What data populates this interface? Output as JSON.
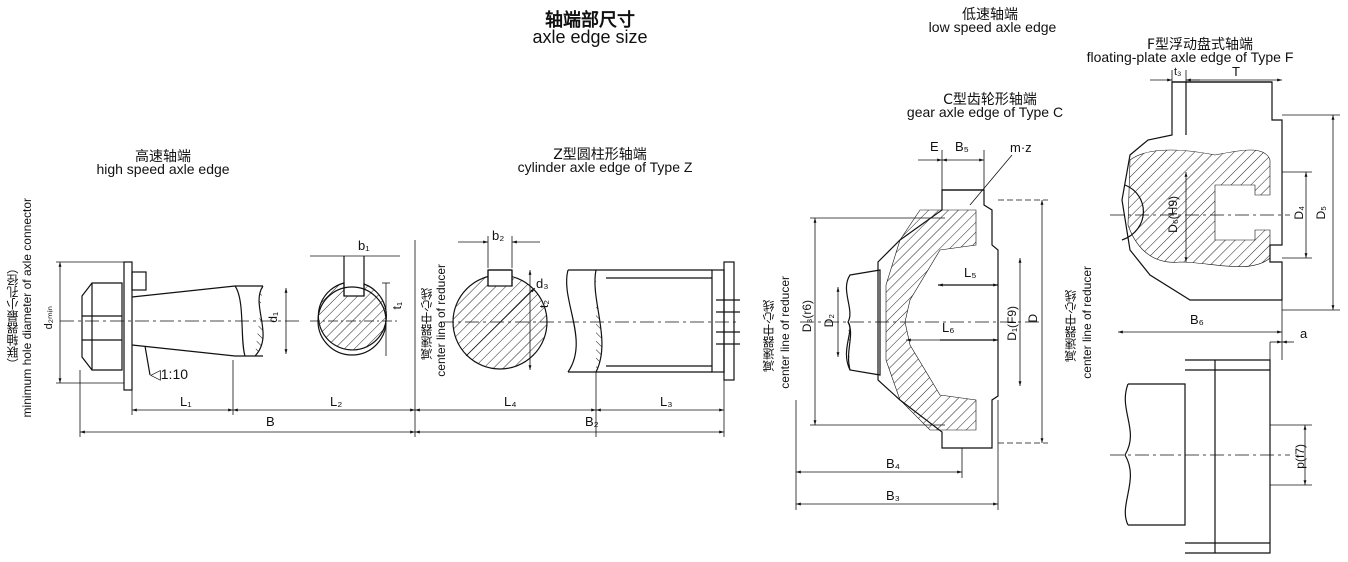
{
  "title": {
    "cn": "轴端部尺寸",
    "en": "axle edge size"
  },
  "sections": {
    "high_speed": {
      "cn": "高速轴端",
      "en": "high speed axle edge"
    },
    "type_z": {
      "cn": "Z型圆柱形轴端",
      "en": "cylinder axle edge of  Type Z"
    },
    "low_speed": {
      "cn": "低速轴端",
      "en": "low speed axle edge"
    },
    "type_c": {
      "cn": "C型齿轮形轴端",
      "en": "gear axle edge of Type C"
    },
    "type_f": {
      "cn": "F型浮动盘式轴端",
      "en": "floating-plate axle edge of  Type F"
    }
  },
  "vertical_notes": {
    "connector_cn": "（联轴器最小孔径）",
    "connector_en": "minimum hole diameter of axle connector",
    "center_cn": "减速器中心线",
    "center_en": "center line of reducer"
  },
  "labels": {
    "d2min": "d₂ₘᵢₙ",
    "taper": "◁1:10",
    "d1": "d₁",
    "b1": "b₁",
    "t1": "t₁",
    "L1": "L₁",
    "L2": "L₂",
    "B": "B",
    "b2": "b₂",
    "d3": "d₃",
    "t2": "t₂",
    "L4": "L₄",
    "L3": "L₃",
    "B2": "B₂",
    "E": "E",
    "B5": "B₅",
    "mz": "m·z",
    "L5": "L₅",
    "L6": "L₆",
    "D3r6": "D₃(r6)",
    "D2": "D₂",
    "D1F9": "D₁(F9)",
    "D": "D",
    "B4": "B₄",
    "B3": "B₃",
    "t3": "t₃",
    "T": "T",
    "D6H9": "D₆(H9)",
    "D4": "D₄",
    "D5": "D₅",
    "B6": "B₆",
    "a": "a",
    "pf7": "p(f7)"
  }
}
